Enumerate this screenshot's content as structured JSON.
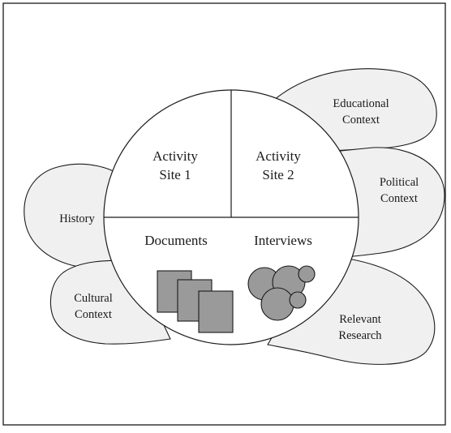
{
  "diagram": {
    "petals": {
      "educational": [
        "Educational",
        "Context"
      ],
      "political": [
        "Political",
        "Context"
      ],
      "history": [
        "History"
      ],
      "cultural": [
        "Cultural",
        "Context"
      ],
      "research": [
        "Relevant",
        "Research"
      ]
    },
    "quadrants": {
      "site1": [
        "Activity",
        "Site 1"
      ],
      "site2": [
        "Activity",
        "Site 2"
      ],
      "documents": "Documents",
      "interviews": "Interviews"
    },
    "colors": {
      "petal_fill": "#f0f0f0",
      "shape_fill": "#9a9a9a",
      "stroke": "#1a1a1a"
    }
  }
}
